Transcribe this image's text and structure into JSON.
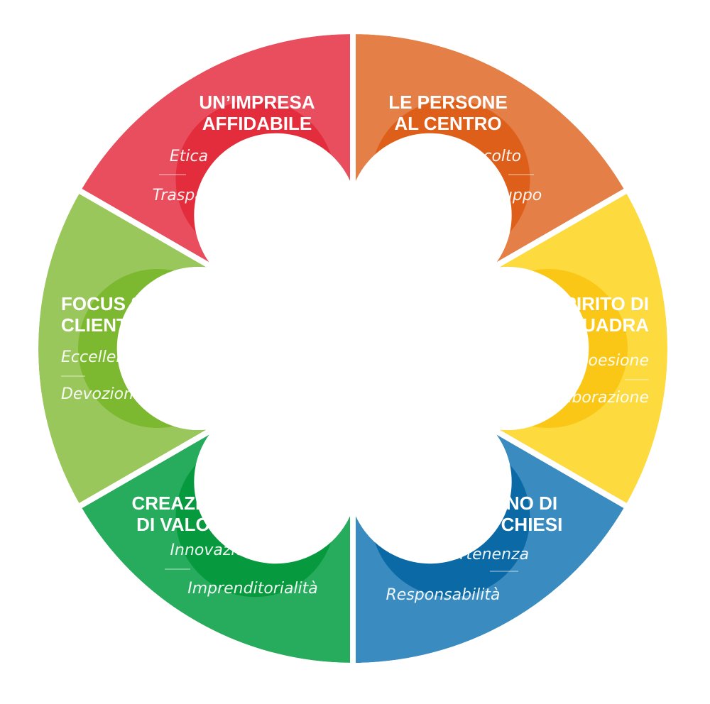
{
  "segments": [
    {
      "id": "impresa-affidabile",
      "title": [
        "UN’IMPRESA",
        "AFFIDABILE"
      ],
      "values": [
        "Etica",
        "Trasparenza"
      ],
      "color": "#E94E5E",
      "inner_color": "#E32C3C"
    },
    {
      "id": "persone-al-centro",
      "title": [
        "LE PERSONE",
        "AL CENTRO"
      ],
      "values": [
        "Ascolto",
        "Sviluppo"
      ],
      "color": "#E47F48",
      "inner_color": "#DE5F19"
    },
    {
      "id": "spirito-di-squadra",
      "title": [
        "SPIRITO DI",
        "SQUADRA"
      ],
      "values": [
        "Coesione",
        "Collaborazione"
      ],
      "color": "#FDDA3E",
      "inner_color": "#FBC716"
    },
    {
      "id": "ognuno-di-noi",
      "title": [
        "OGNUNO DI",
        "NOI È CHIESI"
      ],
      "values": [
        "Appartenenza",
        "Responsabilità"
      ],
      "color": "#3A8BBF",
      "inner_color": "#0B69A5"
    },
    {
      "id": "creazione-di-valore",
      "title": [
        "CREAZIONE",
        "DI VALORE"
      ],
      "values": [
        "Innovazione",
        "Imprenditorialità"
      ],
      "color": "#27AB5C",
      "inner_color": "#06993D"
    },
    {
      "id": "focus-sul-cliente",
      "title": [
        "FOCUS SUL",
        "CLIENTE"
      ],
      "values": [
        "Eccellenza",
        "Devozione"
      ],
      "color": "#9AC75B",
      "inner_color": "#7DB930"
    }
  ]
}
